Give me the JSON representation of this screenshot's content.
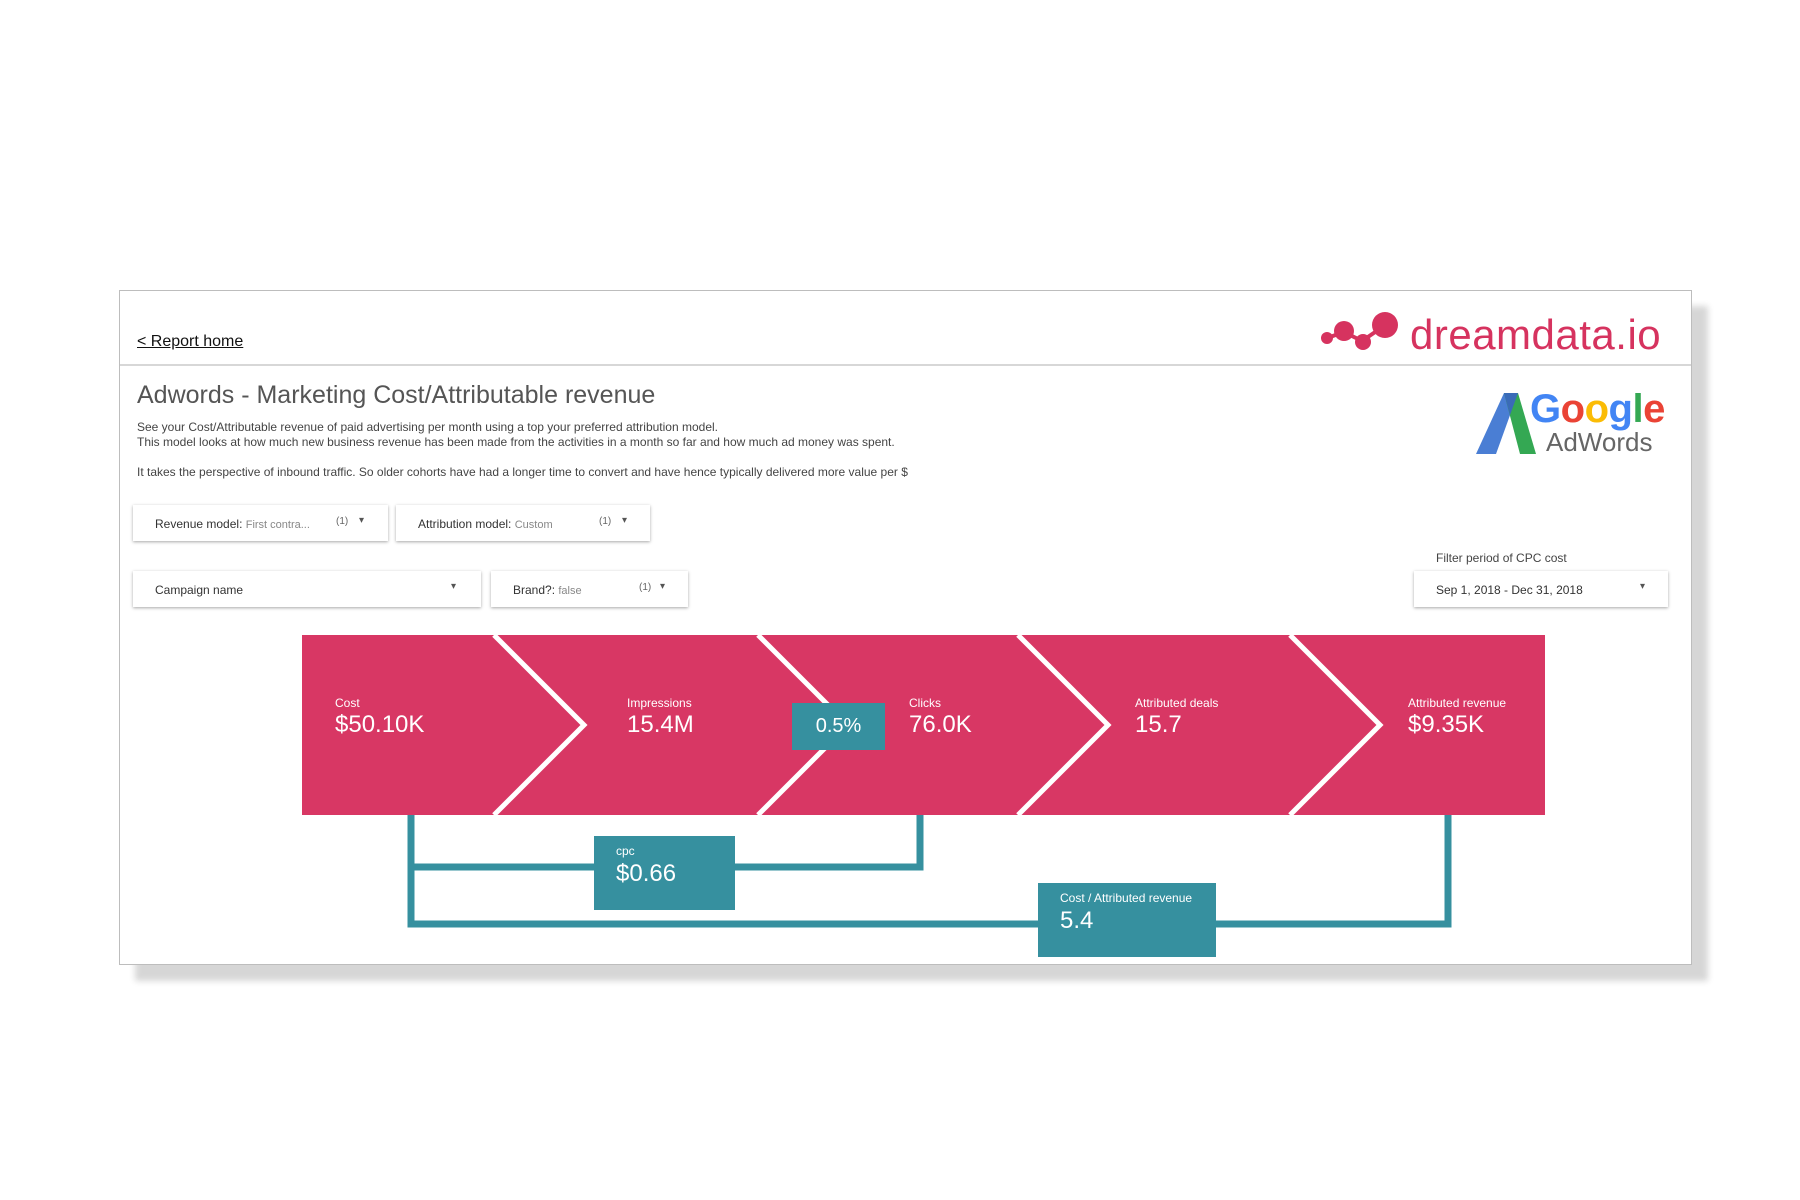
{
  "nav": {
    "report_home": "< Report home"
  },
  "brand": {
    "name": "dreamdata.io",
    "color": "#d6335f"
  },
  "header": {
    "title": "Adwords - Marketing Cost/Attributable revenue",
    "desc_line1": "See your Cost/Attributable revenue of paid advertising per month using a top your preferred attribution model.",
    "desc_line2": "This model looks at how much new business revenue has been made from the activities in a month so far and how much ad money was spent.",
    "desc_line3": "It takes the perspective of inbound traffic. So older cohorts have had a longer time to convert and have hence typically delivered more value per $"
  },
  "adwords_logo": {
    "google": [
      "G",
      "o",
      "o",
      "g",
      "l",
      "e"
    ],
    "adwords": "AdWords"
  },
  "filters": {
    "revenue_model": {
      "label": "Revenue model",
      "value": "First contra...",
      "count": "(1)"
    },
    "attribution_model": {
      "label": "Attribution model",
      "value": "Custom",
      "count": "(1)"
    },
    "campaign_name": {
      "label": "Campaign name"
    },
    "brand": {
      "label": "Brand?",
      "value": "false",
      "count": "(1)"
    },
    "period": {
      "label": "Filter period of CPC cost",
      "value": "Sep 1, 2018 - Dec 31, 2018"
    }
  },
  "funnel": {
    "color": "#d83764",
    "steps": [
      {
        "label": "Cost",
        "value": "$50.10K"
      },
      {
        "label": "Impressions",
        "value": "15.4M"
      },
      {
        "label": "Clicks",
        "value": "76.0K"
      },
      {
        "label": "Attributed deals",
        "value": "15.7"
      },
      {
        "label": "Attributed revenue",
        "value": "$9.35K"
      }
    ]
  },
  "ratios": {
    "color": "#36909f",
    "ctr": "0.5%",
    "cpc": {
      "label": "cpc",
      "value": "$0.66"
    },
    "cost_per_revenue": {
      "label": "Cost / Attributed revenue",
      "value": "5.4"
    }
  }
}
